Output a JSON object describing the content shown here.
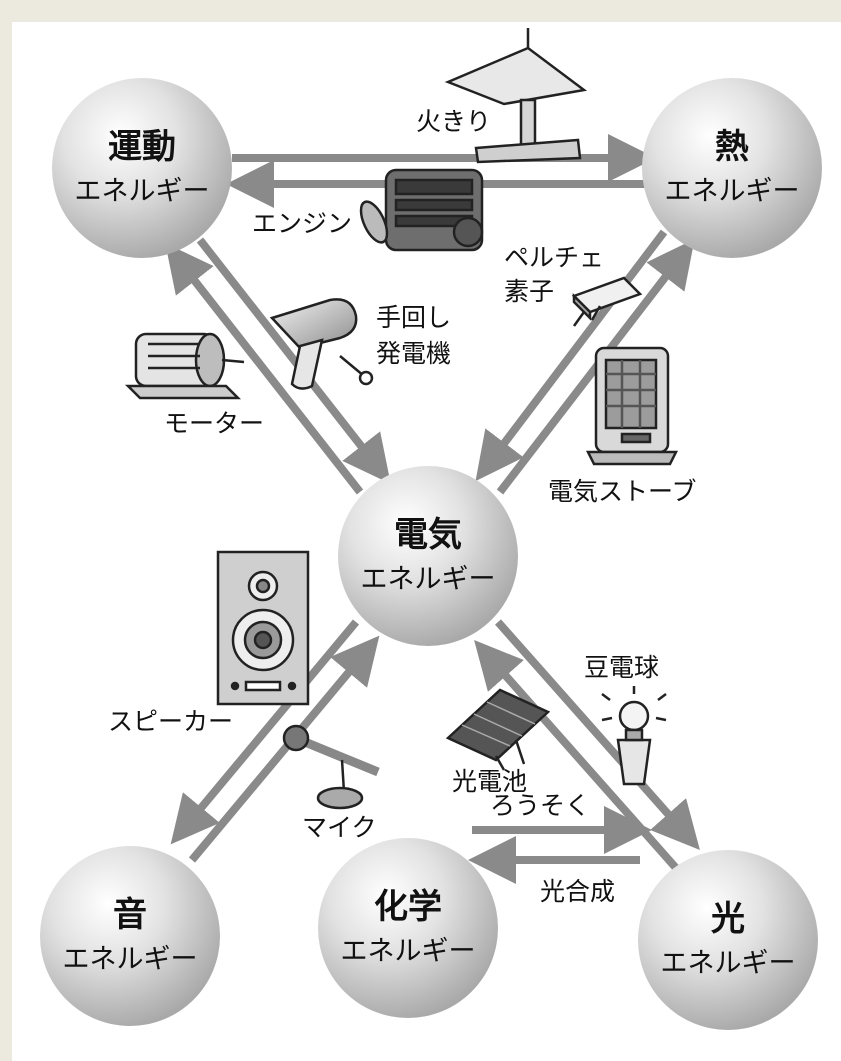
{
  "nodes": {
    "kinetic": {
      "title": "運動",
      "subtitle": "エネルギー"
    },
    "heat": {
      "title": "熱",
      "subtitle": "エネルギー"
    },
    "electric": {
      "title": "電気",
      "subtitle": "エネルギー"
    },
    "sound": {
      "title": "音",
      "subtitle": "エネルギー"
    },
    "chemical": {
      "title": "化学",
      "subtitle": "エネルギー"
    },
    "light": {
      "title": "光",
      "subtitle": "エネルギー"
    }
  },
  "devices": {
    "hikiri": "火きり",
    "engine": "エンジン",
    "peltier_line1": "ペルチェ",
    "peltier_line2": "素子",
    "hand_gen_line1": "手回し",
    "hand_gen_line2": "発電機",
    "motor": "モーター",
    "heater": "電気ストーブ",
    "speaker": "スピーカー",
    "mic": "マイク",
    "solar": "光電池",
    "bulb": "豆電球",
    "candle": "ろうそく",
    "photosynthesis": "光合成"
  }
}
